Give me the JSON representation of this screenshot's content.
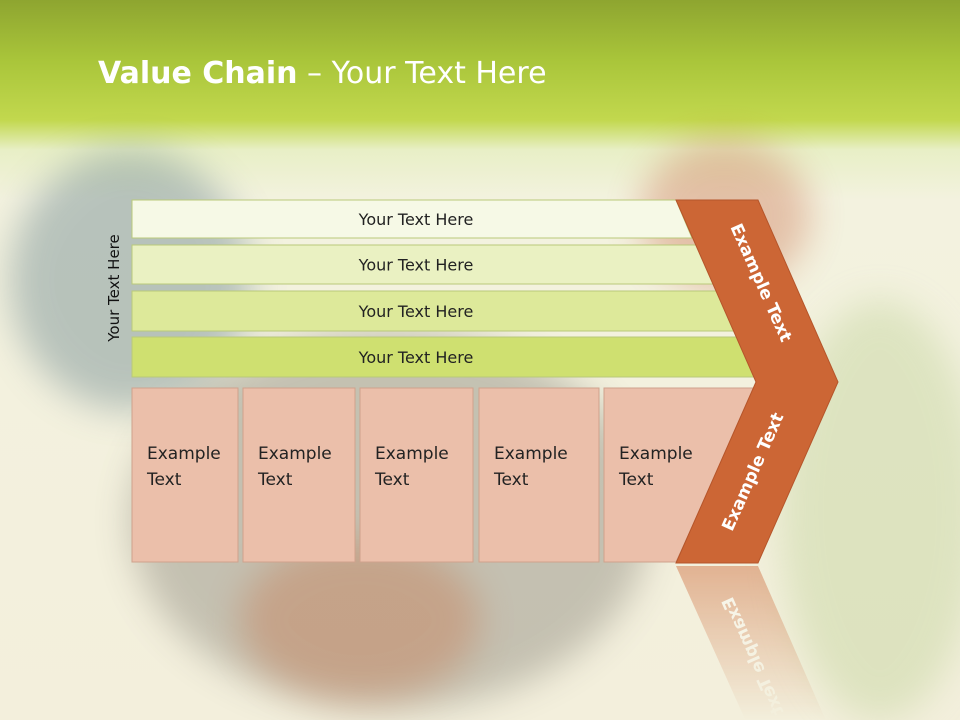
{
  "slide": {
    "title_bold": "Value Chain",
    "title_rest": " – Your Text Here",
    "side_label": "Your Text Here"
  },
  "support_rows": [
    {
      "label": "Your Text Here",
      "color": "#f6f9e6"
    },
    {
      "label": "Your Text Here",
      "color": "#eaf1c2"
    },
    {
      "label": "Your Text Here",
      "color": "#dde99a"
    },
    {
      "label": "Your Text Here",
      "color": "#cfe070"
    }
  ],
  "primary_boxes": [
    {
      "line1": "Example",
      "line2": "Text"
    },
    {
      "line1": "Example",
      "line2": "Text"
    },
    {
      "line1": "Example",
      "line2": "Text"
    },
    {
      "line1": "Example",
      "line2": "Text"
    },
    {
      "line1": "Example",
      "line2": "Text"
    }
  ],
  "chevron": {
    "upper_label": "Example Text",
    "lower_label": "Example Text",
    "color": "#cc6635"
  },
  "colors": {
    "box_fill": "#ebbfaa",
    "box_stroke": "#cfa28c",
    "row_stroke": "#b9c97a"
  }
}
